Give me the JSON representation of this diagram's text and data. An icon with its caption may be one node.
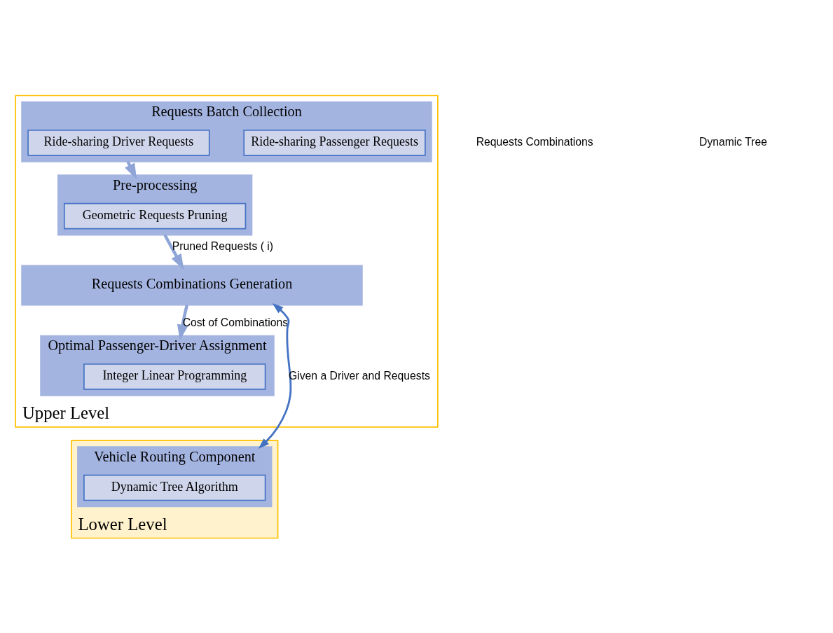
{
  "diagram": {
    "nodes": [
      {
        "text": [
          "Upper Level"
        ]
      },
      {
        "text": [
          "Requests Batch Collection"
        ],
        "in": 0
      },
      {
        "text": [
          "Ride-sharing Driver Requests"
        ],
        "in": 1
      },
      {
        "text": [
          "Ride-sharing Passenger Requests"
        ],
        "in": 1
      },
      {
        "text": [
          "Pre-processing"
        ],
        "in": 0
      },
      {
        "text": [
          "Geometric Requests Pruning"
        ],
        "in": 4
      },
      {
        "text": [
          "Requests Combinations Generation"
        ],
        "in": 0
      },
      {
        "text": [
          "Optimal Passenger-Driver Assignment"
        ],
        "in": 0
      },
      {
        "text": [
          "Integer Linear Programming"
        ],
        "in": 7
      },
      {
        "text": [
          "Lower Level"
        ]
      },
      {
        "text": [
          "Vehicle Routing Component"
        ],
        "in": 9
      },
      {
        "text": [
          "Dynamic Tree Algorithm"
        ],
        "in": 10
      }
    ],
    "edges": [
      {
        "from": 1,
        "to": 4,
        "arrow": "to"
      },
      {
        "from": 4,
        "to": 6,
        "arrow": "to",
        "label": "Pruned Requests ( i)"
      },
      {
        "from": 6,
        "to": 7,
        "arrow": "to",
        "label": "Cost of Combinations"
      },
      {
        "from": 6,
        "to": 10,
        "arrow": "both",
        "label": "Given a Driver and Requests",
        "color": "#4472c4"
      }
    ],
    "labels": [
      "Requests Combinations",
      "Dynamic Tree"
    ]
  }
}
